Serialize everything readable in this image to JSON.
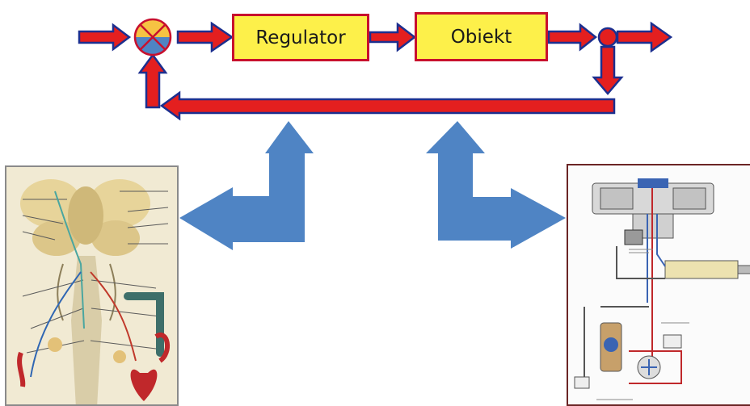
{
  "diagram": {
    "blocks": {
      "regulator_label": "Regulator",
      "object_label": "Obiekt"
    },
    "colors": {
      "signal_arrow_fill": "#e41f1f",
      "signal_arrow_outline": "#1c2f8f",
      "block_fill": "#fdf04a",
      "block_border": "#c8102e",
      "mapping_arrow": "#4f84c4",
      "summing_top": "#f6c343",
      "summing_bottom": "#4f84c4"
    },
    "icons": [
      "summing-junction-icon",
      "branch-point-icon"
    ],
    "illustrations": [
      "anatomy-nervous-system-illustration",
      "hydraulic-control-system-illustration"
    ]
  }
}
